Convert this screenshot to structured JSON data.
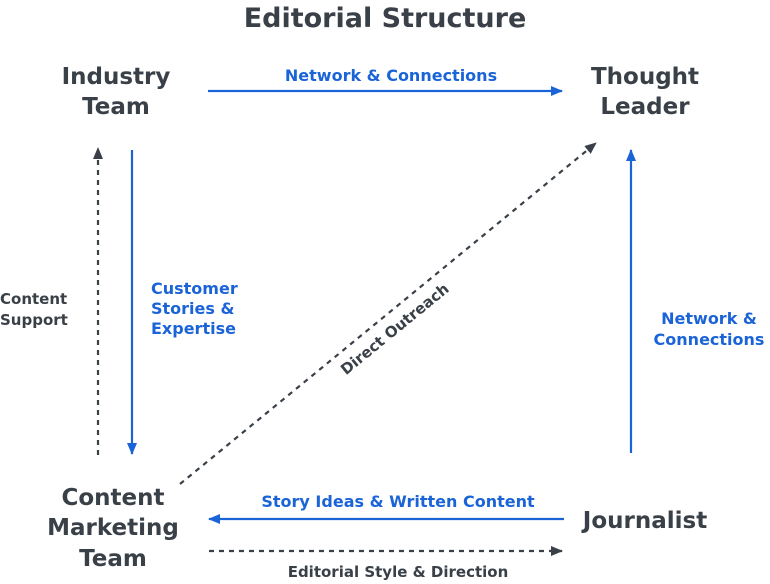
{
  "title": "Editorial Structure",
  "nodes": {
    "industry_team": [
      "Industry",
      "Team"
    ],
    "thought_leader": [
      "Thought",
      "Leader"
    ],
    "content_marketing_team": [
      "Content",
      "Marketing",
      "Team"
    ],
    "journalist": [
      "Journalist"
    ]
  },
  "edges": {
    "industry_to_thought": "Network & Connections",
    "industry_to_content": [
      "Customer",
      "Stories &",
      "Expertise"
    ],
    "content_to_industry": [
      "Content",
      "Support"
    ],
    "content_to_thought": "Direct Outreach",
    "journalist_to_thought": [
      "Network &",
      "Connections"
    ],
    "journalist_to_content": "Story Ideas & Written Content",
    "content_to_journalist": "Editorial Style & Direction"
  },
  "colors": {
    "blue": "#1b64d8",
    "dark": "#3a4048"
  }
}
